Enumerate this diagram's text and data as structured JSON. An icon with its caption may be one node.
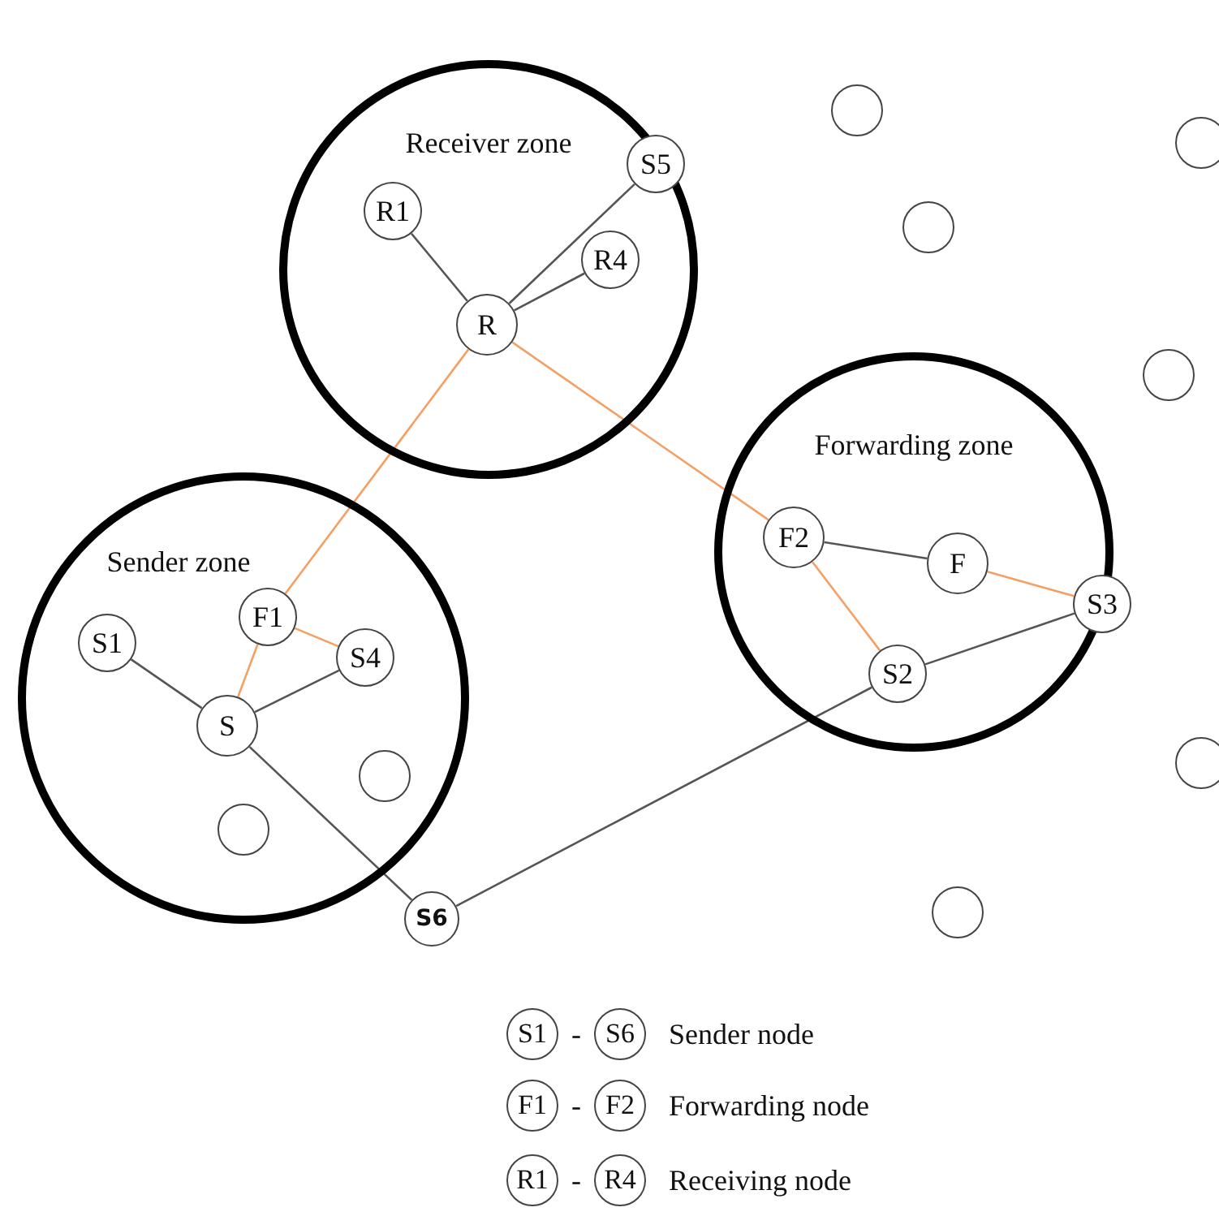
{
  "diagram": {
    "nodes": [
      {
        "text": [
          "Receiver zone"
        ]
      },
      {
        "text": [
          "R1"
        ],
        "in": 0
      },
      {
        "text": [
          "S5"
        ],
        "in": 0
      },
      {
        "text": [
          "R4"
        ],
        "in": 0
      },
      {
        "text": [
          "R"
        ],
        "in": 0
      },
      {
        "text": [
          "Forwarding zone"
        ]
      },
      {
        "text": [
          "F2"
        ],
        "in": 5
      },
      {
        "text": [
          "F"
        ],
        "in": 5
      },
      {
        "text": [
          "S3"
        ]
      },
      {
        "text": [
          "S2"
        ],
        "in": 5
      },
      {
        "text": [
          "Sender zone"
        ]
      },
      {
        "text": [
          "F1"
        ],
        "in": 10
      },
      {
        "text": [
          "S1"
        ],
        "in": 10
      },
      {
        "text": [
          "S4"
        ],
        "in": 10
      },
      {
        "text": [
          "S"
        ],
        "in": 10
      },
      {
        "text": [],
        "shape": "circle",
        "in": 10
      },
      {
        "text": [],
        "shape": "circle",
        "in": 10
      },
      {
        "text": [
          "S6"
        ]
      },
      {
        "text": [],
        "shape": "circle"
      },
      {
        "text": [],
        "shape": "circle"
      },
      {
        "text": [],
        "shape": "circle"
      },
      {
        "text": [],
        "shape": "circle"
      },
      {
        "text": [],
        "shape": "circle"
      },
      {
        "text": [],
        "shape": "circle"
      }
    ],
    "edges": [
      {
        "from": 1,
        "to": 4,
        "arrow": "none"
      },
      {
        "from": 2,
        "to": 4,
        "arrow": "none"
      },
      {
        "from": 3,
        "to": 4,
        "arrow": "none"
      },
      {
        "from": 4,
        "to": 11,
        "arrow": "none",
        "color": "#f4a064"
      },
      {
        "from": 4,
        "to": 6,
        "arrow": "none",
        "color": "#f4a064"
      },
      {
        "from": 6,
        "to": 7,
        "arrow": "none"
      },
      {
        "from": 7,
        "to": 8,
        "arrow": "none",
        "color": "#f4a064"
      },
      {
        "from": 6,
        "to": 9,
        "arrow": "none",
        "color": "#f4a064"
      },
      {
        "from": 9,
        "to": 8,
        "arrow": "none"
      },
      {
        "from": 9,
        "to": 17,
        "arrow": "none"
      },
      {
        "from": 12,
        "to": 14,
        "arrow": "none"
      },
      {
        "from": 11,
        "to": 13,
        "arrow": "none",
        "color": "#f4a064"
      },
      {
        "from": 11,
        "to": 14,
        "arrow": "none",
        "color": "#f4a064"
      },
      {
        "from": 14,
        "to": 13,
        "arrow": "none"
      },
      {
        "from": 14,
        "to": 17,
        "arrow": "none"
      }
    ],
    "labels": [
      "S1",
      "-",
      "S6",
      "F1",
      "-",
      "F2",
      "R1",
      "-",
      "R4"
    ],
    "legend": [
      {
        "text": "Sender node"
      },
      {
        "text": "Forwarding node"
      },
      {
        "text": "Receiving node"
      }
    ]
  }
}
